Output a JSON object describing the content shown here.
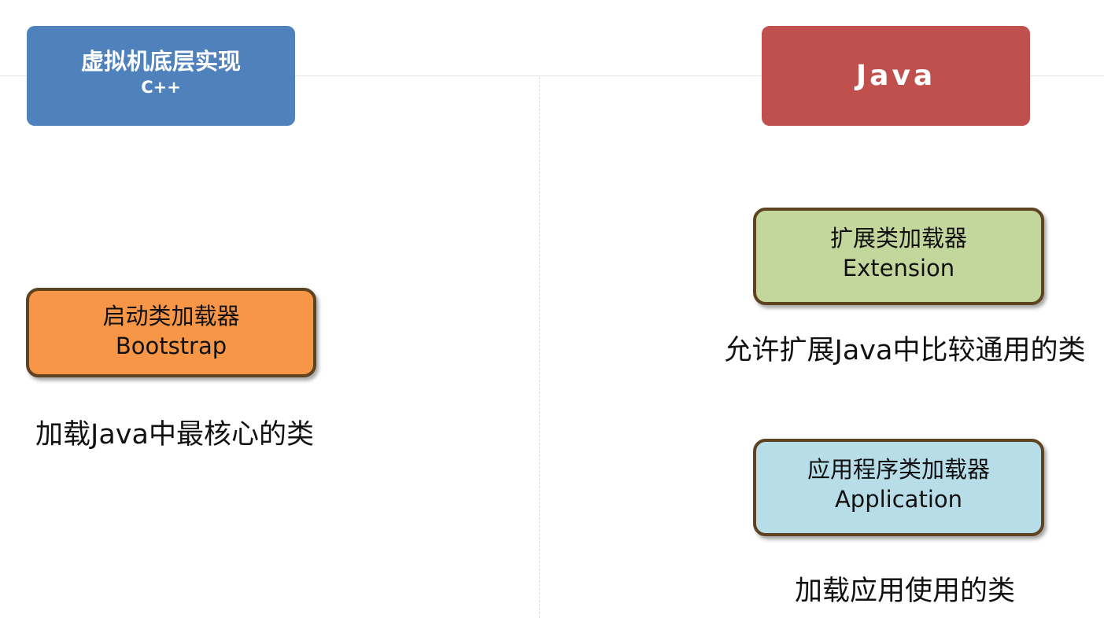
{
  "headers": {
    "native": {
      "title": "虚拟机底层实现",
      "subtitle": "C++",
      "color": "#4f81bd"
    },
    "java": {
      "title": "Java",
      "color": "#c0504d"
    }
  },
  "loaders": {
    "bootstrap": {
      "name": "启动类加载器",
      "english": "Bootstrap",
      "description": "加载Java中最核心的类",
      "color": "#f79646"
    },
    "extension": {
      "name": "扩展类加载器",
      "english": "Extension",
      "description": "允许扩展Java中比较通用的类",
      "color": "#c3d69b"
    },
    "application": {
      "name": "应用程序类加载器",
      "english": "Application",
      "description": "加载应用使用的类",
      "color": "#b7dde8"
    }
  },
  "border_color": "#5e4320"
}
